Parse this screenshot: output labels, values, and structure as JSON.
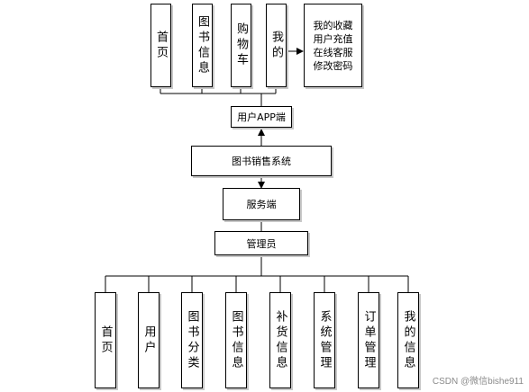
{
  "top_modules": [
    "首页",
    "图书信息",
    "购物车",
    "我的"
  ],
  "favorites_box": [
    "我的收藏",
    "用户充值",
    "在线客服",
    "修改密码"
  ],
  "nodes": {
    "user_app": "用户APP端",
    "system": "图书销售系统",
    "server": "服务端",
    "admin": "管理员"
  },
  "bottom_modules": [
    "首页",
    "用户",
    "图书分类",
    "图书信息",
    "补货信息",
    "系统管理",
    "订单管理",
    "我的信息"
  ],
  "watermark": "CSDN @微信bishe911"
}
